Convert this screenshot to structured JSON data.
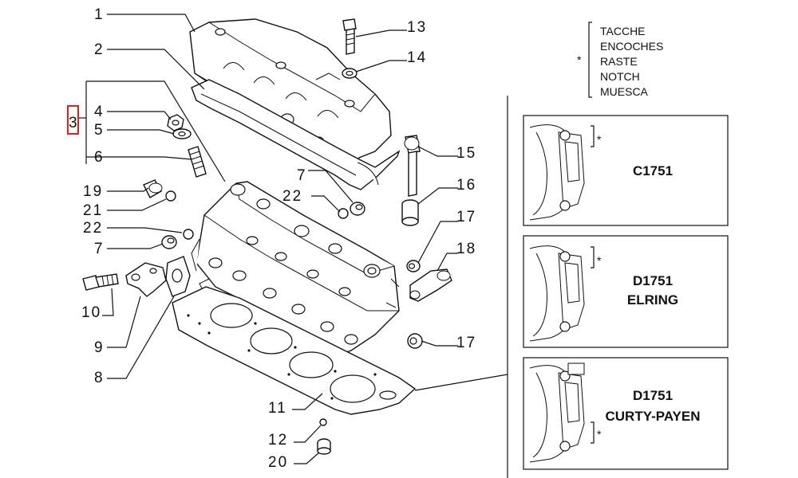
{
  "callouts": {
    "c1": "1",
    "c2": "2",
    "c3": "3",
    "c4": "4",
    "c5": "5",
    "c6": "6",
    "c7a": "7",
    "c7b": "7",
    "c8": "8",
    "c9": "9",
    "c10": "10",
    "c11": "11",
    "c12": "12",
    "c13": "13",
    "c14": "14",
    "c15": "15",
    "c16": "16",
    "c17a": "17",
    "c17b": "17",
    "c18": "18",
    "c19": "19",
    "c20": "20",
    "c21": "21",
    "c22a": "22",
    "c22b": "22"
  },
  "highlight_color": "#d9241b",
  "legend": {
    "star": "*",
    "lines": [
      "TACCHE",
      "ENCOCHES",
      "RASTE",
      "NOTCH",
      "MUESCA"
    ]
  },
  "variants": [
    {
      "star": "*",
      "line1": "C1751",
      "line2": ""
    },
    {
      "star": "*",
      "line1": "D1751",
      "line2": "ELRING"
    },
    {
      "star": "*",
      "line1": "D1751",
      "line2": "CURTY-PAYEN"
    }
  ]
}
